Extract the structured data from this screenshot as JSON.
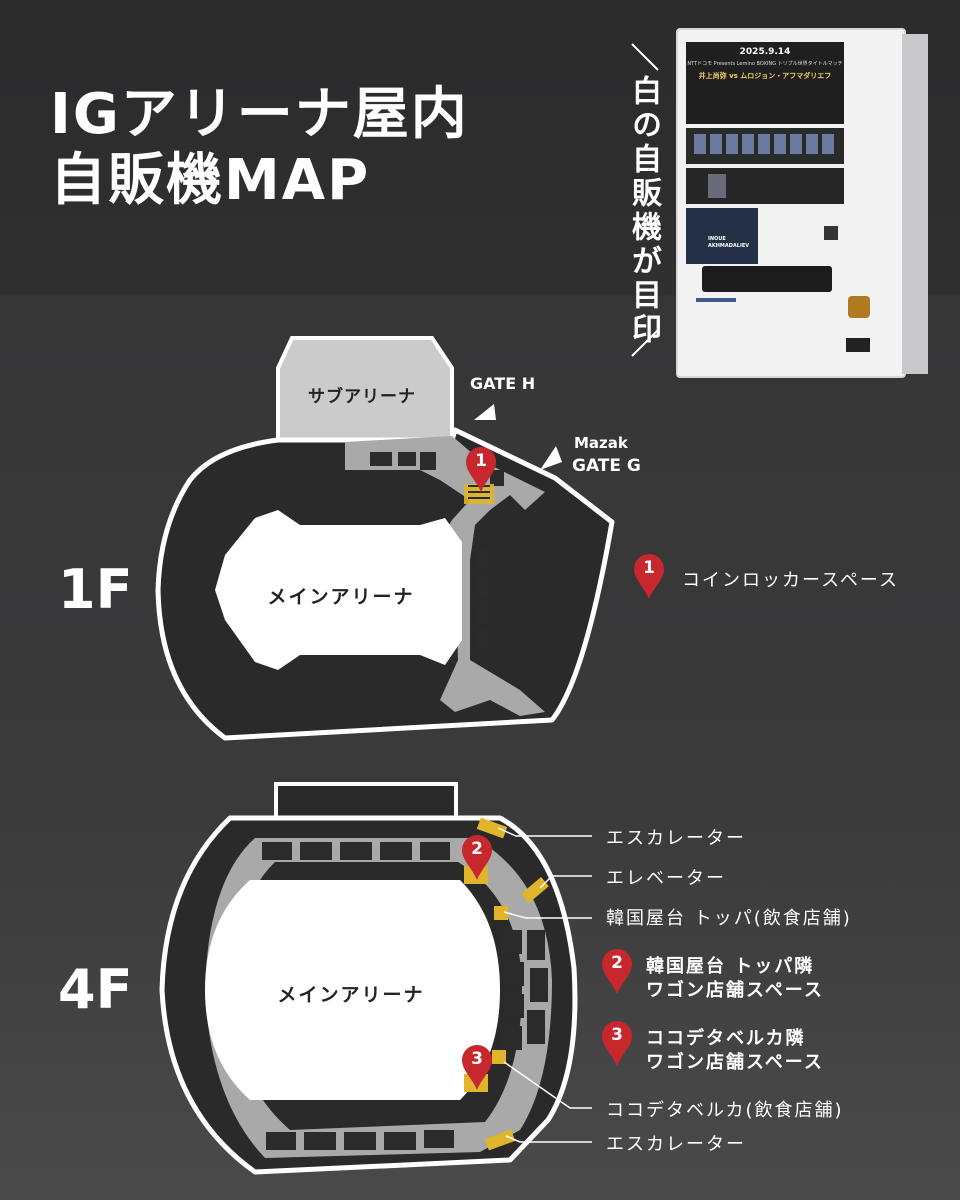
{
  "title": {
    "line1": "IGアリーナ屋内",
    "line2": "自販機MAP"
  },
  "vending_note": "白の自販機が目印",
  "vending_machine_image": {
    "date": "2025.9.14",
    "line1": "NTTドコモ Presents Lemino BOXING トリプル世界タイトルマッチ",
    "line2": "井上尚弥 vs ムロジョン・アフマダリエフ",
    "poster": "INOUE AKHMADALIEV"
  },
  "floor_1f": {
    "label": "1F",
    "sub_arena": "サブアリーナ",
    "main_arena": "メインアリーナ",
    "gate_h": "GATE H",
    "gate_g_line1": "Mazak",
    "gate_g_line2": "GATE G",
    "pin": "1",
    "legend": [
      {
        "num": "1",
        "text": "コインロッカースペース"
      }
    ]
  },
  "floor_4f": {
    "label": "4F",
    "main_arena": "メインアリーナ",
    "pins": [
      "2",
      "3"
    ],
    "callouts": {
      "escalator_top": "エスカレーター",
      "elevator": "エレベーター",
      "toppa": "韓国屋台 トッパ(飲食店舗)",
      "kokode": "ココデタベルカ(飲食店舗)",
      "escalator_bottom": "エスカレーター"
    },
    "legend": [
      {
        "num": "2",
        "line1": "韓国屋台 トッパ隣",
        "line2": "ワゴン店舗スペース"
      },
      {
        "num": "3",
        "line1": "ココデタベルカ隣",
        "line2": "ワゴン店舗スペース"
      }
    ]
  },
  "colors": {
    "pin": "#c8272d",
    "highlight": "#e0b52a",
    "corridor": "#a9a9aa",
    "seating": "#2b2b2b"
  }
}
